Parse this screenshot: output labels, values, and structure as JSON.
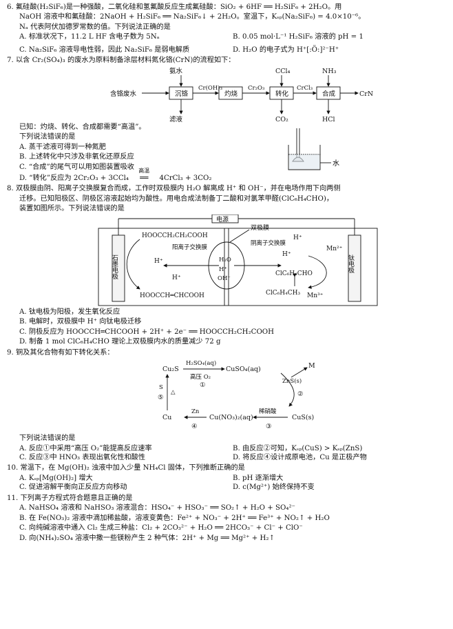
{
  "q6": {
    "stem_l1": "6. 氟硅酸(H₂SiF₆)是一种强酸，二氧化硅和氢氟酸反应生成氟硅酸：SiO₂ + 6HF ══ H₂SiF₆ + 2H₂O。用",
    "stem_l2": "NaOH 溶液中和氟硅酸：2NaOH + H₂SiF₆ ══ Na₂SiF₆↓ + 2H₂O。室温下，Kₛₚ(Na₂SiF₆) = 4.0×10⁻⁶。",
    "stem_l3": "Nₐ 代表阿伏加德罗常数的值。下列说法正确的是",
    "optA": "A. 标准状况下，11.2 L HF 含电子数为 5Nₐ",
    "optB": "B. 0.05 mol·L⁻¹ H₂SiF₆ 溶液的 pH = 1",
    "optC": "C. Na₂SiF₆ 溶液导电性弱，因此 Na₂SiF₆ 是弱电解质",
    "optD": "D. H₂O 的电子式为 H⁺[:Ö:]²⁻H⁺"
  },
  "q7": {
    "stem": "7. 以含 Cr₂(SO₄)₃ 的废水为原料制备涂层材料氮化铬(CrN)的流程如下：",
    "flow": {
      "start": "含铬废水",
      "ammonia": "氨水",
      "box1": "沉铬",
      "filtrate": "滤液",
      "int1": "Cr(OH)₃",
      "box2": "灼烧",
      "int2": "Cr₂O₃",
      "ccl4": "CCl₄",
      "box3": "转化",
      "co2": "CO₂",
      "int3": "CrCl₃",
      "nh3": "NH₃",
      "box4": "合成",
      "hcl": "HCl",
      "product": "CrN"
    },
    "known": "已知：灼烧、转化、合成都需要“高温”。",
    "ask": "下列说法错误的是",
    "optA": "A. 蒸干滤液可得到一种氮肥",
    "optB": "B. 上述转化中只涉及非氧化还原反应",
    "optC": "C. “合成”的尾气可以用如图装置吸收",
    "optD_pre": "D. “转化”反应为 2Cr₂O₃ + 3CCl₄",
    "optD_cond": "高温",
    "optD_post": "4CrCl₃ + 3CO₂",
    "water": "水"
  },
  "q8": {
    "stem_l1": "8. 双极膜由阴、阳离子交换膜复合而成，工作时双极膜内 H₂O 解离成 H⁺ 和 OH⁻，并在电场作用下向两侧",
    "stem_l2": "迁移。已知阳极区、阴极区溶液起始均为酸性。用电合成法制备丁二酸和对氯苯甲醛(ClC₆H₄CHO)，",
    "stem_l3": "装置如图所示。下列说法错误的是",
    "fig": {
      "power": "电源",
      "bipolar": "双极膜",
      "left_electrode": "石墨电极",
      "right_electrode": "钛电极",
      "succinic": "HOOCCH₂CH₂COOH",
      "cation_mem": "阳离子交换膜",
      "anion_mem": "阴离子交换膜",
      "hplus": "H⁺",
      "hplus2": "H⁺",
      "hplus3": "H⁺",
      "hplus4": "H⁺",
      "maleic": "HOOCCH═CHCOOH",
      "h2o": "H₂O",
      "hp_in": "H⁺",
      "oh_in": "OH⁻",
      "mn3": "Mn³⁺",
      "mn2": "Mn²⁺",
      "aldehyde": "ClC₆H₄CHO",
      "toluene": "ClC₆H₄CH₃"
    },
    "optA": "A. 钛电极为阳极，发生氧化反应",
    "optB": "B. 电解时，双极膜中 H⁺ 向钛电极迁移",
    "optC": "C. 阴极反应为 HOOCCH═CHCOOH + 2H⁺ + 2e⁻ ══ HOOCCH₂CH₂COOH",
    "optD": "D. 制备 1 mol ClC₆H₄CHO 理论上双极膜内水的质量减少 72 g"
  },
  "q9": {
    "stem": "9. 铜及其化合物有如下转化关系：",
    "fig": {
      "cu2s": "Cu₂S",
      "r1_top": "H₂SO₄(aq)",
      "r1_bot": "高压 O₂",
      "n1": "①",
      "cuso4": "CuSO₄(aq)",
      "zns": "ZnS(s)",
      "m": "M",
      "n2": "②",
      "cus": "CuS(s)",
      "dil": "稀硝酸",
      "n3": "③",
      "cuno3": "Cu(NO₃)₂(aq)",
      "zn": "Zn",
      "n4": "④",
      "cu": "Cu",
      "s": "S",
      "n5": "⑤",
      "tri": "△"
    },
    "ask": "下列说法错误的是",
    "optA": "A. 反应①中采用“高压 O₂”能提高反应速率",
    "optB": "B. 由反应②可知，Kₛₚ(CuS) > Kₛₚ(ZnS)",
    "optC": "C. 反应③中 HNO₃ 表现出氧化性和酸性",
    "optD": "D. 将反应④设计成原电池，Cu 是正极产物"
  },
  "q10": {
    "stem": "10. 常温下，在 Mg(OH)₂ 浊液中加入少量 NH₄Cl 固体，下列推断正确的是",
    "optA": "A. Kₛₚ[Mg(OH)₂] 增大",
    "optB": "B. pH 逐渐增大",
    "optC": "C. 促进溶解平衡向正反应方向移动",
    "optD": "D. c(Mg²⁺) 始终保持不变"
  },
  "q11": {
    "stem": "11. 下列离子方程式符合题意且正确的是",
    "optA": "A. NaHSO₄ 溶液和 NaHSO₃ 溶液混合：HSO₄⁻ + HSO₃⁻ ══ SO₂↑ + H₂O + SO₄²⁻",
    "optB": "B. 在 Fe(NO₃)₂ 溶液中滴加稀盐酸，溶液变黄色：Fe²⁺ + NO₃⁻ + 2H⁺ ══ Fe³⁺ + NO₂↑ + H₂O",
    "optC": "C. 向纯碱溶液中通入 Cl₂ 生成三种盐：Cl₂ + 2CO₃²⁻ + H₂O ══ 2HCO₃⁻ + Cl⁻ + ClO⁻",
    "optD": "D. 向(NH₄)₂SO₄ 溶液中撒一些镁粉产生 2 种气体：2H⁺ + Mg ══ Mg²⁺ + H₂↑"
  }
}
